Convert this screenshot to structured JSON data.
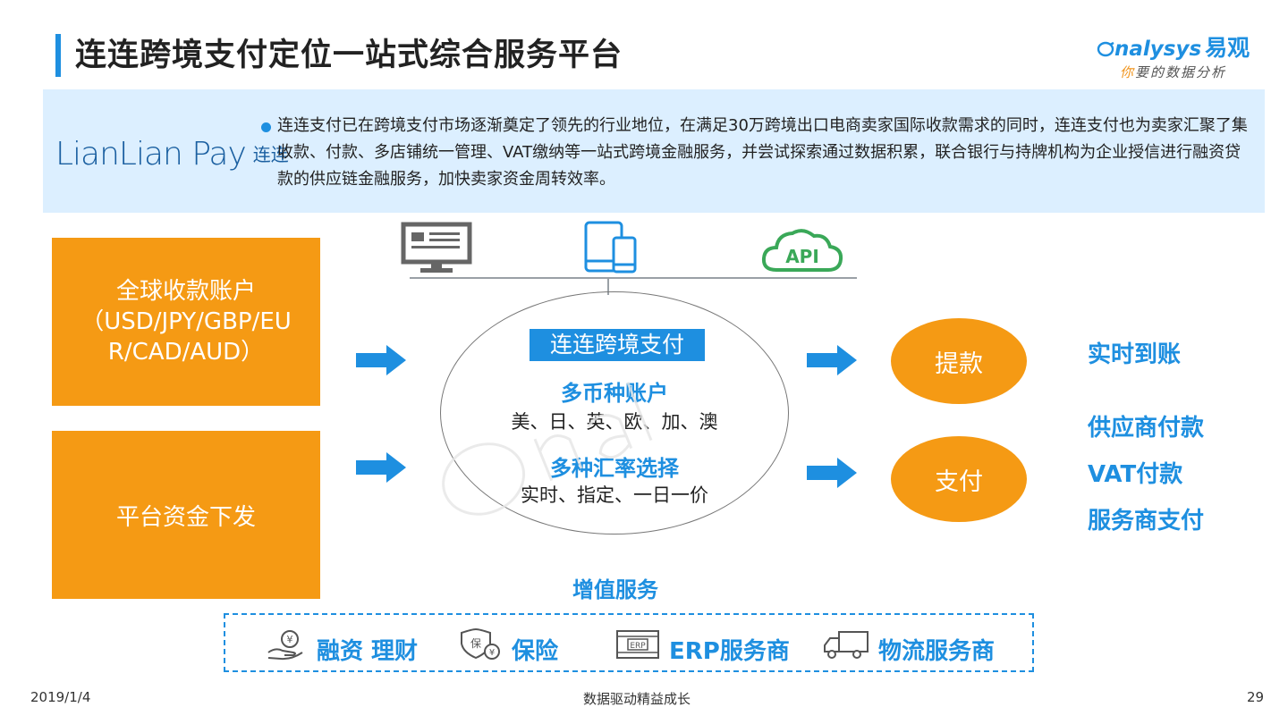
{
  "page_title": "连连跨境支付定位一站式综合服务平台",
  "brand": {
    "name_en": "nalysys",
    "name_cn": "易观",
    "tagline_first": "你",
    "tagline_rest": "要的数据分析"
  },
  "intro": {
    "logo_text": "LianLian Pay",
    "logo_cn": "连连",
    "text": "连连支付已在跨境支付市场逐渐奠定了领先的行业地位，在满足30万跨境出口电商卖家国际收款需求的同时，连连支付也为卖家汇聚了集收款、付款、多店铺统一管理、VAT缴纳等一站式跨境金融服务，并尝试探索通过数据积累，联合银行与持牌机构为企业授信进行融资贷款的供应链金融服务，加快卖家资金周转效率。"
  },
  "left_boxes": {
    "box1_line1": "全球收款账户",
    "box1_line2": "（USD/JPY/GBP/EUR/CAD/AUD）",
    "box2": "平台资金下发"
  },
  "icons": {
    "api_label": "API"
  },
  "center": {
    "title": "连连跨境支付",
    "head1": "多币种账户",
    "sub1": "美、日、英、欧、加、澳",
    "head2": "多种汇率选择",
    "sub2": "实时、指定、一日一价"
  },
  "right": {
    "circle1": "提款",
    "circle2": "支付",
    "feat1": "实时到账",
    "feat2": "供应商付款",
    "feat3": "VAT付款",
    "feat4": "服务商支付"
  },
  "value_added": {
    "title": "增值服务",
    "items": [
      "融资 理财",
      "保险",
      "ERP服务商",
      "物流服务商"
    ],
    "erp_icon_label": "ERP",
    "insure_icon_label": "保"
  },
  "footer": {
    "date": "2019/1/4",
    "center": "数据驱动精益成长",
    "page": "29"
  },
  "colors": {
    "accent_blue": "#1e8fe0",
    "orange": "#f59a14",
    "panel_bg": "#dcefff",
    "api_green": "#3aa858"
  }
}
